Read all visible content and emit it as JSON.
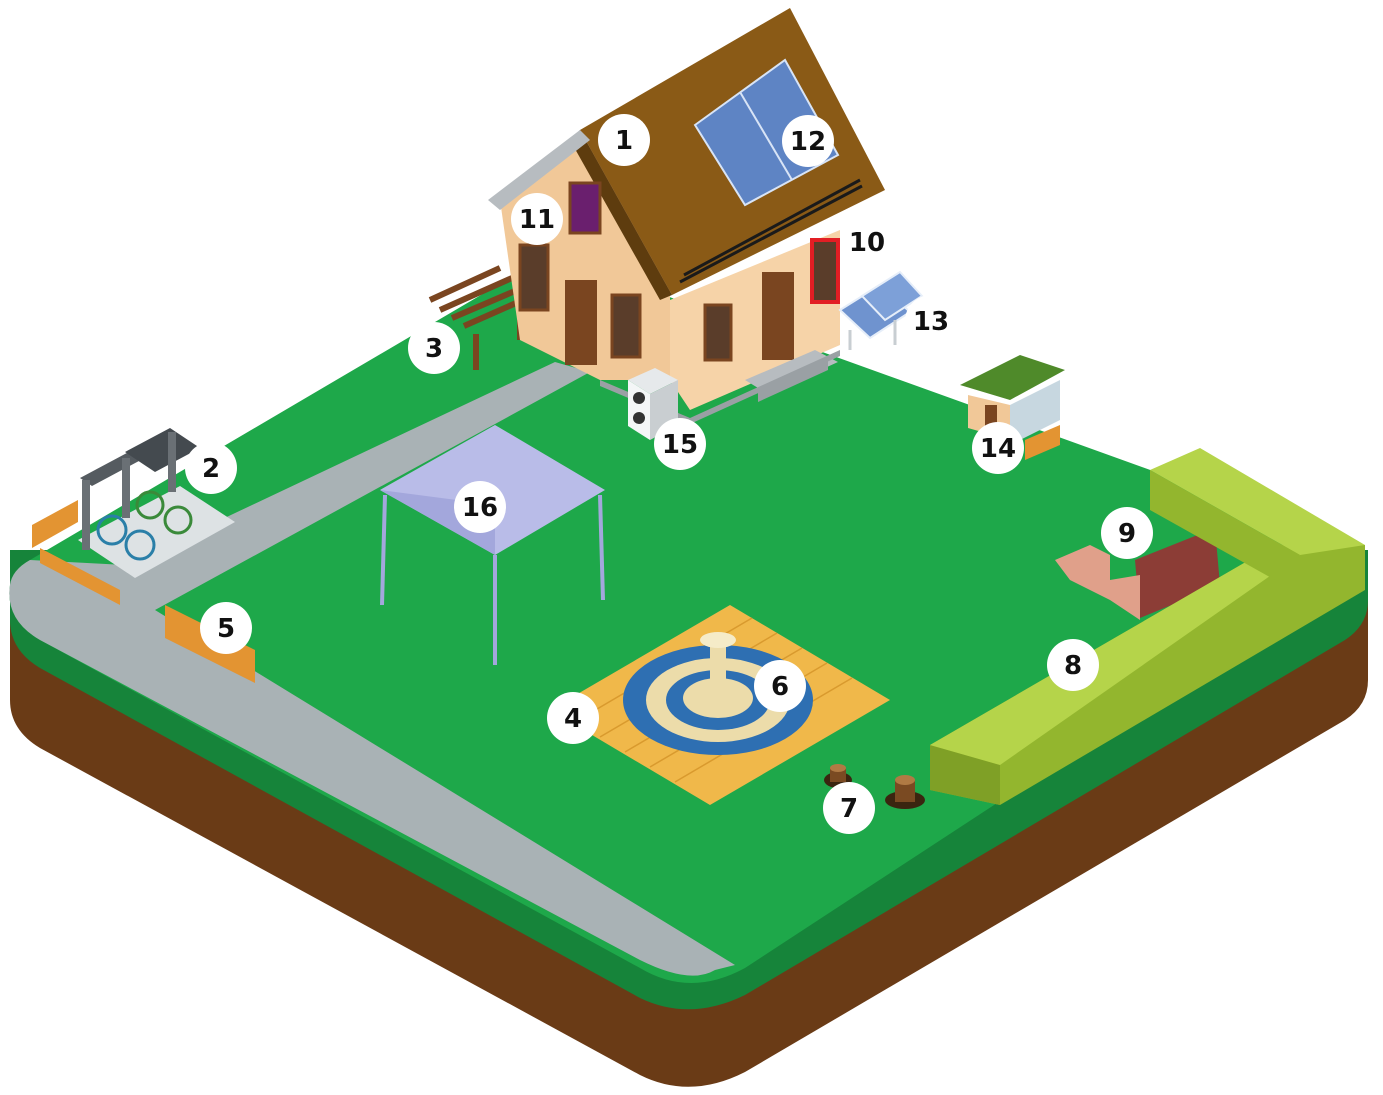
{
  "colors": {
    "grass": "#1ea84a",
    "grass_side": "#16843a",
    "soil": "#6a3b16",
    "path": "#a9b2b5",
    "roof": "#8a5a16",
    "wall": "#f1c898",
    "hedge": "#a6c83a",
    "deck": "#f0b84a",
    "water": "#2e6fb2",
    "gazebo": "#b9bce8"
  },
  "markers": [
    {
      "id": "roof",
      "label": "1",
      "icon": "roof-icon"
    },
    {
      "id": "bike-shelter",
      "label": "2",
      "icon": "bicycle-icon"
    },
    {
      "id": "pergola",
      "label": "3",
      "icon": "pergola-icon"
    },
    {
      "id": "wooden-deck",
      "label": "4",
      "icon": "deck-icon"
    },
    {
      "id": "fence",
      "label": "5",
      "icon": "fence-icon"
    },
    {
      "id": "fountain",
      "label": "6",
      "icon": "fountain-icon"
    },
    {
      "id": "tree-stumps",
      "label": "7",
      "icon": "stump-icon"
    },
    {
      "id": "hedge",
      "label": "8",
      "icon": "hedge-icon"
    },
    {
      "id": "garden-wall",
      "label": "9",
      "icon": "wall-icon"
    },
    {
      "id": "red-window",
      "label": "10",
      "icon": "window-icon"
    },
    {
      "id": "dormer-window",
      "label": "11",
      "icon": "window-icon"
    },
    {
      "id": "roof-solar-panels",
      "label": "12",
      "icon": "solar-panel-icon"
    },
    {
      "id": "ground-solar-panels",
      "label": "13",
      "icon": "solar-panel-icon"
    },
    {
      "id": "garden-shed",
      "label": "14",
      "icon": "shed-icon"
    },
    {
      "id": "heat-pump",
      "label": "15",
      "icon": "air-conditioner-icon"
    },
    {
      "id": "gazebo-tent",
      "label": "16",
      "icon": "tent-icon"
    }
  ]
}
